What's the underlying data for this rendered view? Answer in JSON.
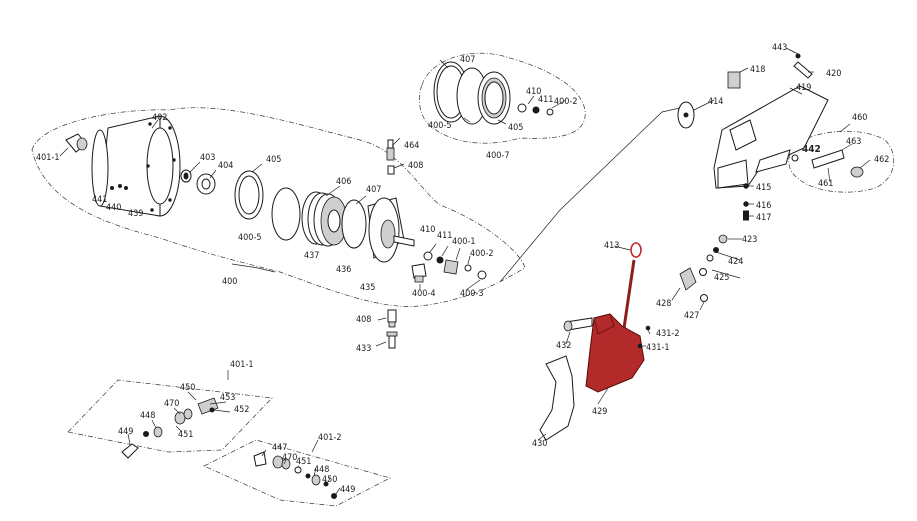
{
  "diagram": {
    "labels": {
      "l401_1a": "401-1",
      "l402": "402",
      "l403": "403",
      "l404": "404",
      "l405a": "405",
      "l441": "441",
      "l440": "440",
      "l439": "439",
      "l400_5a": "400-5",
      "l406": "406",
      "l407a": "407",
      "l437": "437",
      "l436": "436",
      "l435": "435",
      "l400": "400",
      "l464": "464",
      "l408a": "408",
      "l410a": "410",
      "l411a": "411",
      "l400_1": "400-1",
      "l400_2a": "400-2",
      "l400_3": "400-3",
      "l400_4": "400-4",
      "l408b": "408",
      "l433": "433",
      "l407b": "407",
      "l410b": "410",
      "l411b": "411",
      "l400_2b": "400-2",
      "l400_5b": "400-5",
      "l405b": "405",
      "l400_7": "400-7",
      "l443": "443",
      "l418": "418",
      "l420": "420",
      "l419": "419",
      "l414": "414",
      "l460": "460",
      "l442": "442",
      "l463": "463",
      "l462": "462",
      "l461": "461",
      "l415": "415",
      "l416": "416",
      "l417": "417",
      "l413": "413",
      "l423": "423",
      "l424": "424",
      "l425": "425",
      "l428": "428",
      "l427": "427",
      "l432": "432",
      "l431_2": "431-2",
      "l431_1": "431-1",
      "l429": "429",
      "l430": "430",
      "l401_1b": "401-1",
      "l450a": "450",
      "l453": "453",
      "l470a": "470",
      "l452": "452",
      "l448a": "448",
      "l451a": "451",
      "l449a": "449",
      "l401_2": "401-2",
      "l447": "447",
      "l470b": "470",
      "l451b": "451",
      "l448b": "448",
      "l450b": "450",
      "l449b": "449"
    },
    "colors": {
      "highlight": "#b22a2a",
      "highlight_outline": "#c0282a",
      "line": "#222222"
    }
  }
}
